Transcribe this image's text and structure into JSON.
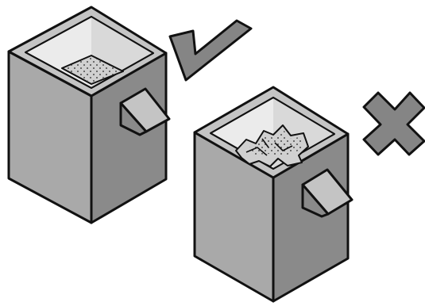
{
  "colors": {
    "outline": "#111111",
    "front_face": "#a9a9a9",
    "side_face": "#8a8a8a",
    "rim": "#c4c4c4",
    "interior_back": "#ebebeb",
    "interior_side": "#d9d9d9",
    "content": "#d0d0d0",
    "mark": "#858585"
  },
  "panels": [
    {
      "state": "correct",
      "mark_icon": "check-mark-icon",
      "contents": "flat-level-granules"
    },
    {
      "state": "incorrect",
      "mark_icon": "cross-mark-icon",
      "contents": "crumpled-clumped-material"
    }
  ]
}
